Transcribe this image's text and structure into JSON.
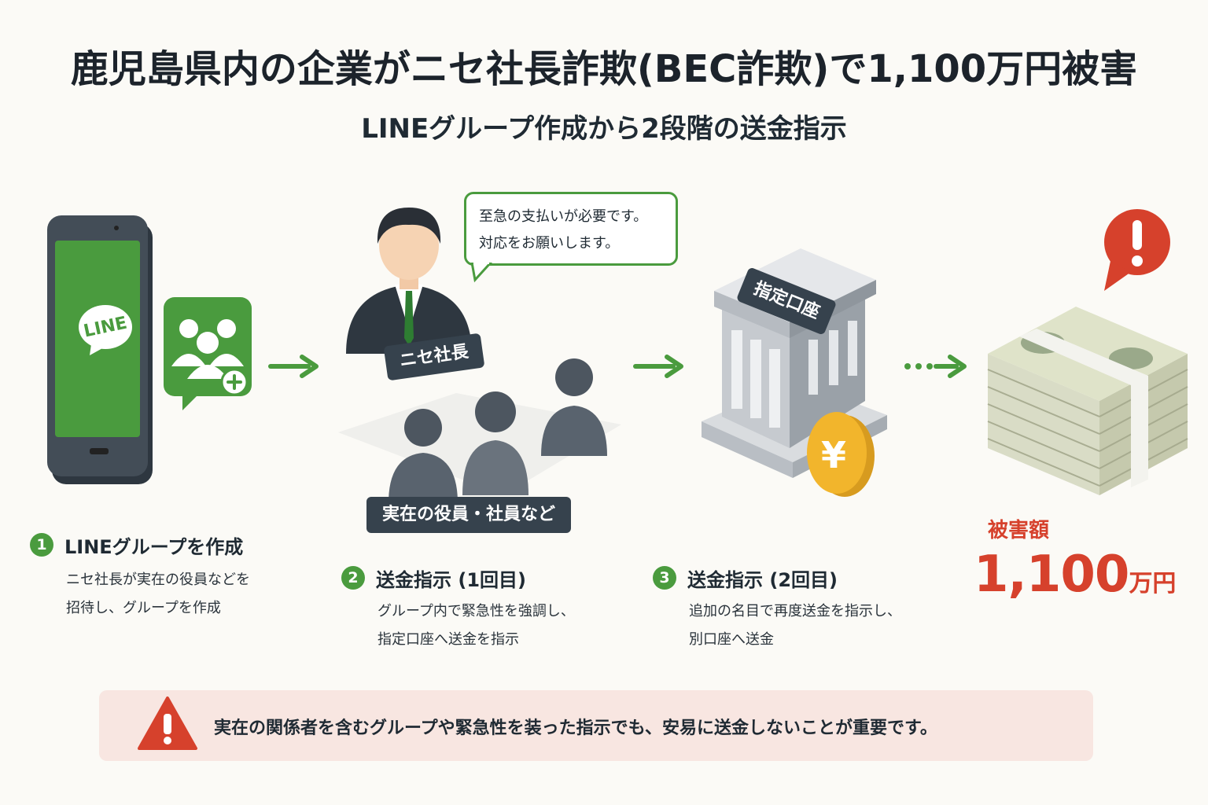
{
  "title": "鹿児島県内の企業がニセ社長詐欺(BEC詐欺)で1,100万円被害",
  "subtitle": "LINEグループ作成から2段階の送金指示",
  "phone": {
    "app_label": "LINE"
  },
  "ceo": {
    "speech": [
      "至急の支払いが必要です。",
      "対応をお願いします。"
    ],
    "label": "ニセ社長",
    "group_label": "実在の役員・社員など"
  },
  "bank": {
    "label": "指定口座",
    "coin_symbol": "¥"
  },
  "steps": [
    {
      "num": "1",
      "title": "LINEグループを作成",
      "desc": [
        "ニセ社長が実在の役員などを",
        "招待し、グループを作成"
      ]
    },
    {
      "num": "2",
      "title": "送金指示 (1回目)",
      "desc": [
        "グループ内で緊急性を強調し、",
        "指定口座へ送金を指示"
      ]
    },
    {
      "num": "3",
      "title": "送金指示 (2回目)",
      "desc": [
        "追加の名目で再度送金を指示し、",
        "別口座へ送金"
      ]
    }
  ],
  "damage": {
    "label": "被害額",
    "amount": "1,100",
    "unit": "万円"
  },
  "warning": {
    "text": "実在の関係者を含むグループや緊急性を装った指示でも、安易に送金しないことが重要です。"
  },
  "colors": {
    "accent_green": "#4a9b3e",
    "alert_red": "#d6412c",
    "dark_label": "#36424d"
  },
  "icons": [
    "smartphone-icon",
    "group-add-icon",
    "arrow-right-icon",
    "businessman-icon",
    "bank-icon",
    "yen-coin-icon",
    "money-stack-icon",
    "exclamation-icon",
    "warning-icon"
  ]
}
